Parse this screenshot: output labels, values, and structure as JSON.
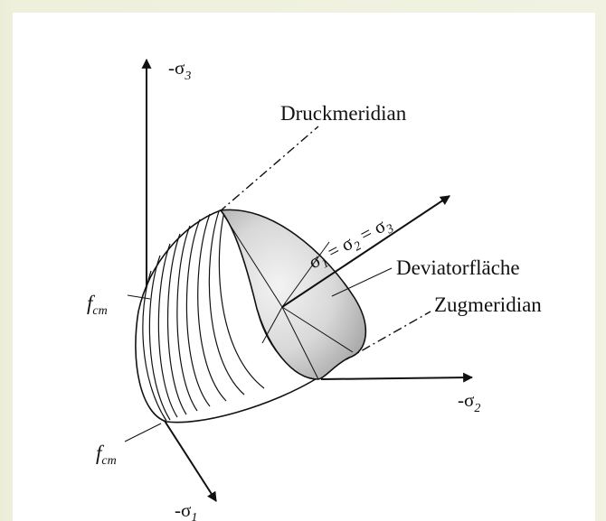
{
  "axes": {
    "neg_sigma3": "-σ",
    "neg_sigma3_sub": "3",
    "neg_sigma2": "-σ",
    "neg_sigma2_sub": "2",
    "neg_sigma1": "-σ",
    "neg_sigma1_sub": "1"
  },
  "labels": {
    "druckmeridian": "Druckmeridian",
    "zugmeridian": "Zugmeridian",
    "deviatorflaeche": "Deviatorfläche",
    "fcm_upper": "f",
    "fcm_upper_sub": "cm",
    "fcm_lower": "f",
    "fcm_lower_sub": "cm"
  },
  "hydrostatic_axis": {
    "s1": "σ",
    "s1_sub": "1",
    "eq1": " = ",
    "s2": "σ",
    "s2_sub": "2",
    "eq2": " = ",
    "s3": "σ",
    "s3_sub": "3"
  },
  "colors": {
    "line": "#111111",
    "cap_light": "#f2f2f2",
    "cap_dark": "#a9a9a9"
  }
}
